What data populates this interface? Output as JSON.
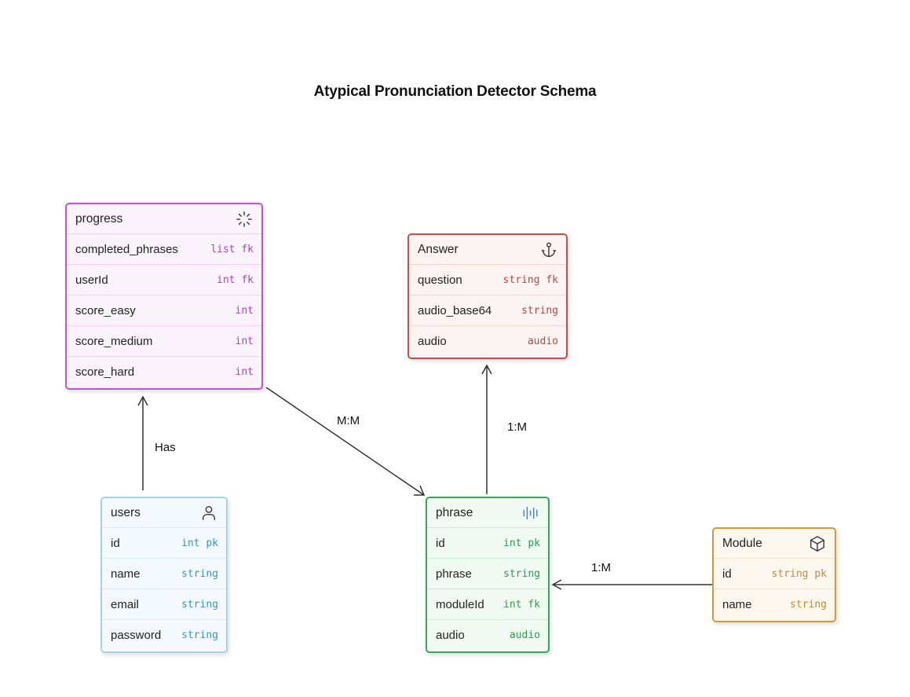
{
  "title": "Atypical Pronunciation Detector Schema",
  "entities": {
    "progress": {
      "name": "progress",
      "icon": "loader-icon",
      "color": "#c552d6",
      "fields": [
        {
          "name": "completed_phrases",
          "type": "list fk"
        },
        {
          "name": "userId",
          "type": "int fk"
        },
        {
          "name": "score_easy",
          "type": "int"
        },
        {
          "name": "score_medium",
          "type": "int"
        },
        {
          "name": "score_hard",
          "type": "int"
        }
      ]
    },
    "answer": {
      "name": "Answer",
      "icon": "anchor-icon",
      "color": "#cf4b44",
      "fields": [
        {
          "name": "question",
          "type": "string fk"
        },
        {
          "name": "audio_base64",
          "type": "string"
        },
        {
          "name": "audio",
          "type": "audio"
        }
      ]
    },
    "users": {
      "name": "users",
      "icon": "user-icon",
      "color": "#a8d3e6",
      "fields": [
        {
          "name": "id",
          "type": "int pk"
        },
        {
          "name": "name",
          "type": "string"
        },
        {
          "name": "email",
          "type": "string"
        },
        {
          "name": "password",
          "type": "string"
        }
      ]
    },
    "phrase": {
      "name": "phrase",
      "icon": "audio-waveform-icon",
      "color": "#3aa65a",
      "fields": [
        {
          "name": "id",
          "type": "int pk"
        },
        {
          "name": "phrase",
          "type": "string"
        },
        {
          "name": "moduleId",
          "type": "int fk"
        },
        {
          "name": "audio",
          "type": "audio"
        }
      ]
    },
    "module": {
      "name": "Module",
      "icon": "cube-icon",
      "color": "#d29a3f",
      "fields": [
        {
          "name": "id",
          "type": "string pk"
        },
        {
          "name": "name",
          "type": "string"
        }
      ]
    }
  },
  "relationships": [
    {
      "from": "users",
      "to": "progress",
      "label": "Has"
    },
    {
      "from": "progress",
      "to": "phrase",
      "label": "M:M"
    },
    {
      "from": "phrase",
      "to": "answer",
      "label": "1:M"
    },
    {
      "from": "module",
      "to": "phrase",
      "label": "1:M"
    }
  ]
}
